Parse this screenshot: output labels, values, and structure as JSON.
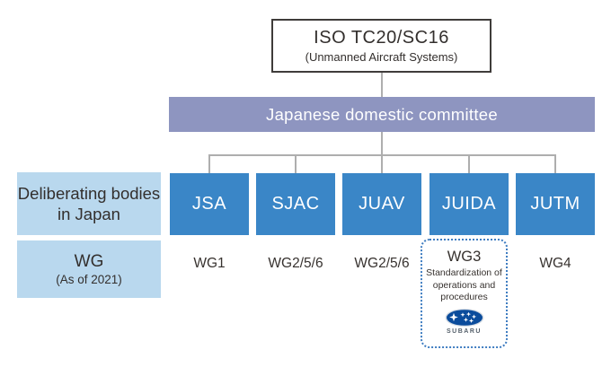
{
  "root": {
    "title": "ISO TC20/SC16",
    "subtitle": "(Unmanned Aircraft Systems)"
  },
  "committee": {
    "label": "Japanese domestic committee"
  },
  "legend": {
    "bodies_label": "Deliberating bodies in Japan",
    "wg_label": "WG",
    "wg_sublabel": "(As of 2021)"
  },
  "bodies": [
    {
      "name": "JSA",
      "wg": "WG1"
    },
    {
      "name": "SJAC",
      "wg": "WG2/5/6"
    },
    {
      "name": "JUAV",
      "wg": "WG2/5/6"
    },
    {
      "name": "JUIDA",
      "wg": "WG3",
      "wg_note": "Standardization of operations and procedures",
      "logo": "subaru-logo",
      "logo_text": "SUBARU"
    },
    {
      "name": "JUTM",
      "wg": "WG4"
    }
  ],
  "colors": {
    "committee_bar": "#8E95C0",
    "member_box": "#3A86C7",
    "legend_box": "#B9D8EE",
    "connector": "#AEAEAE",
    "dotted_border": "#3F7DC1",
    "subaru_blue": "#0B4C9C",
    "text_dark": "#37322F",
    "text_white": "#FFFFFF"
  }
}
